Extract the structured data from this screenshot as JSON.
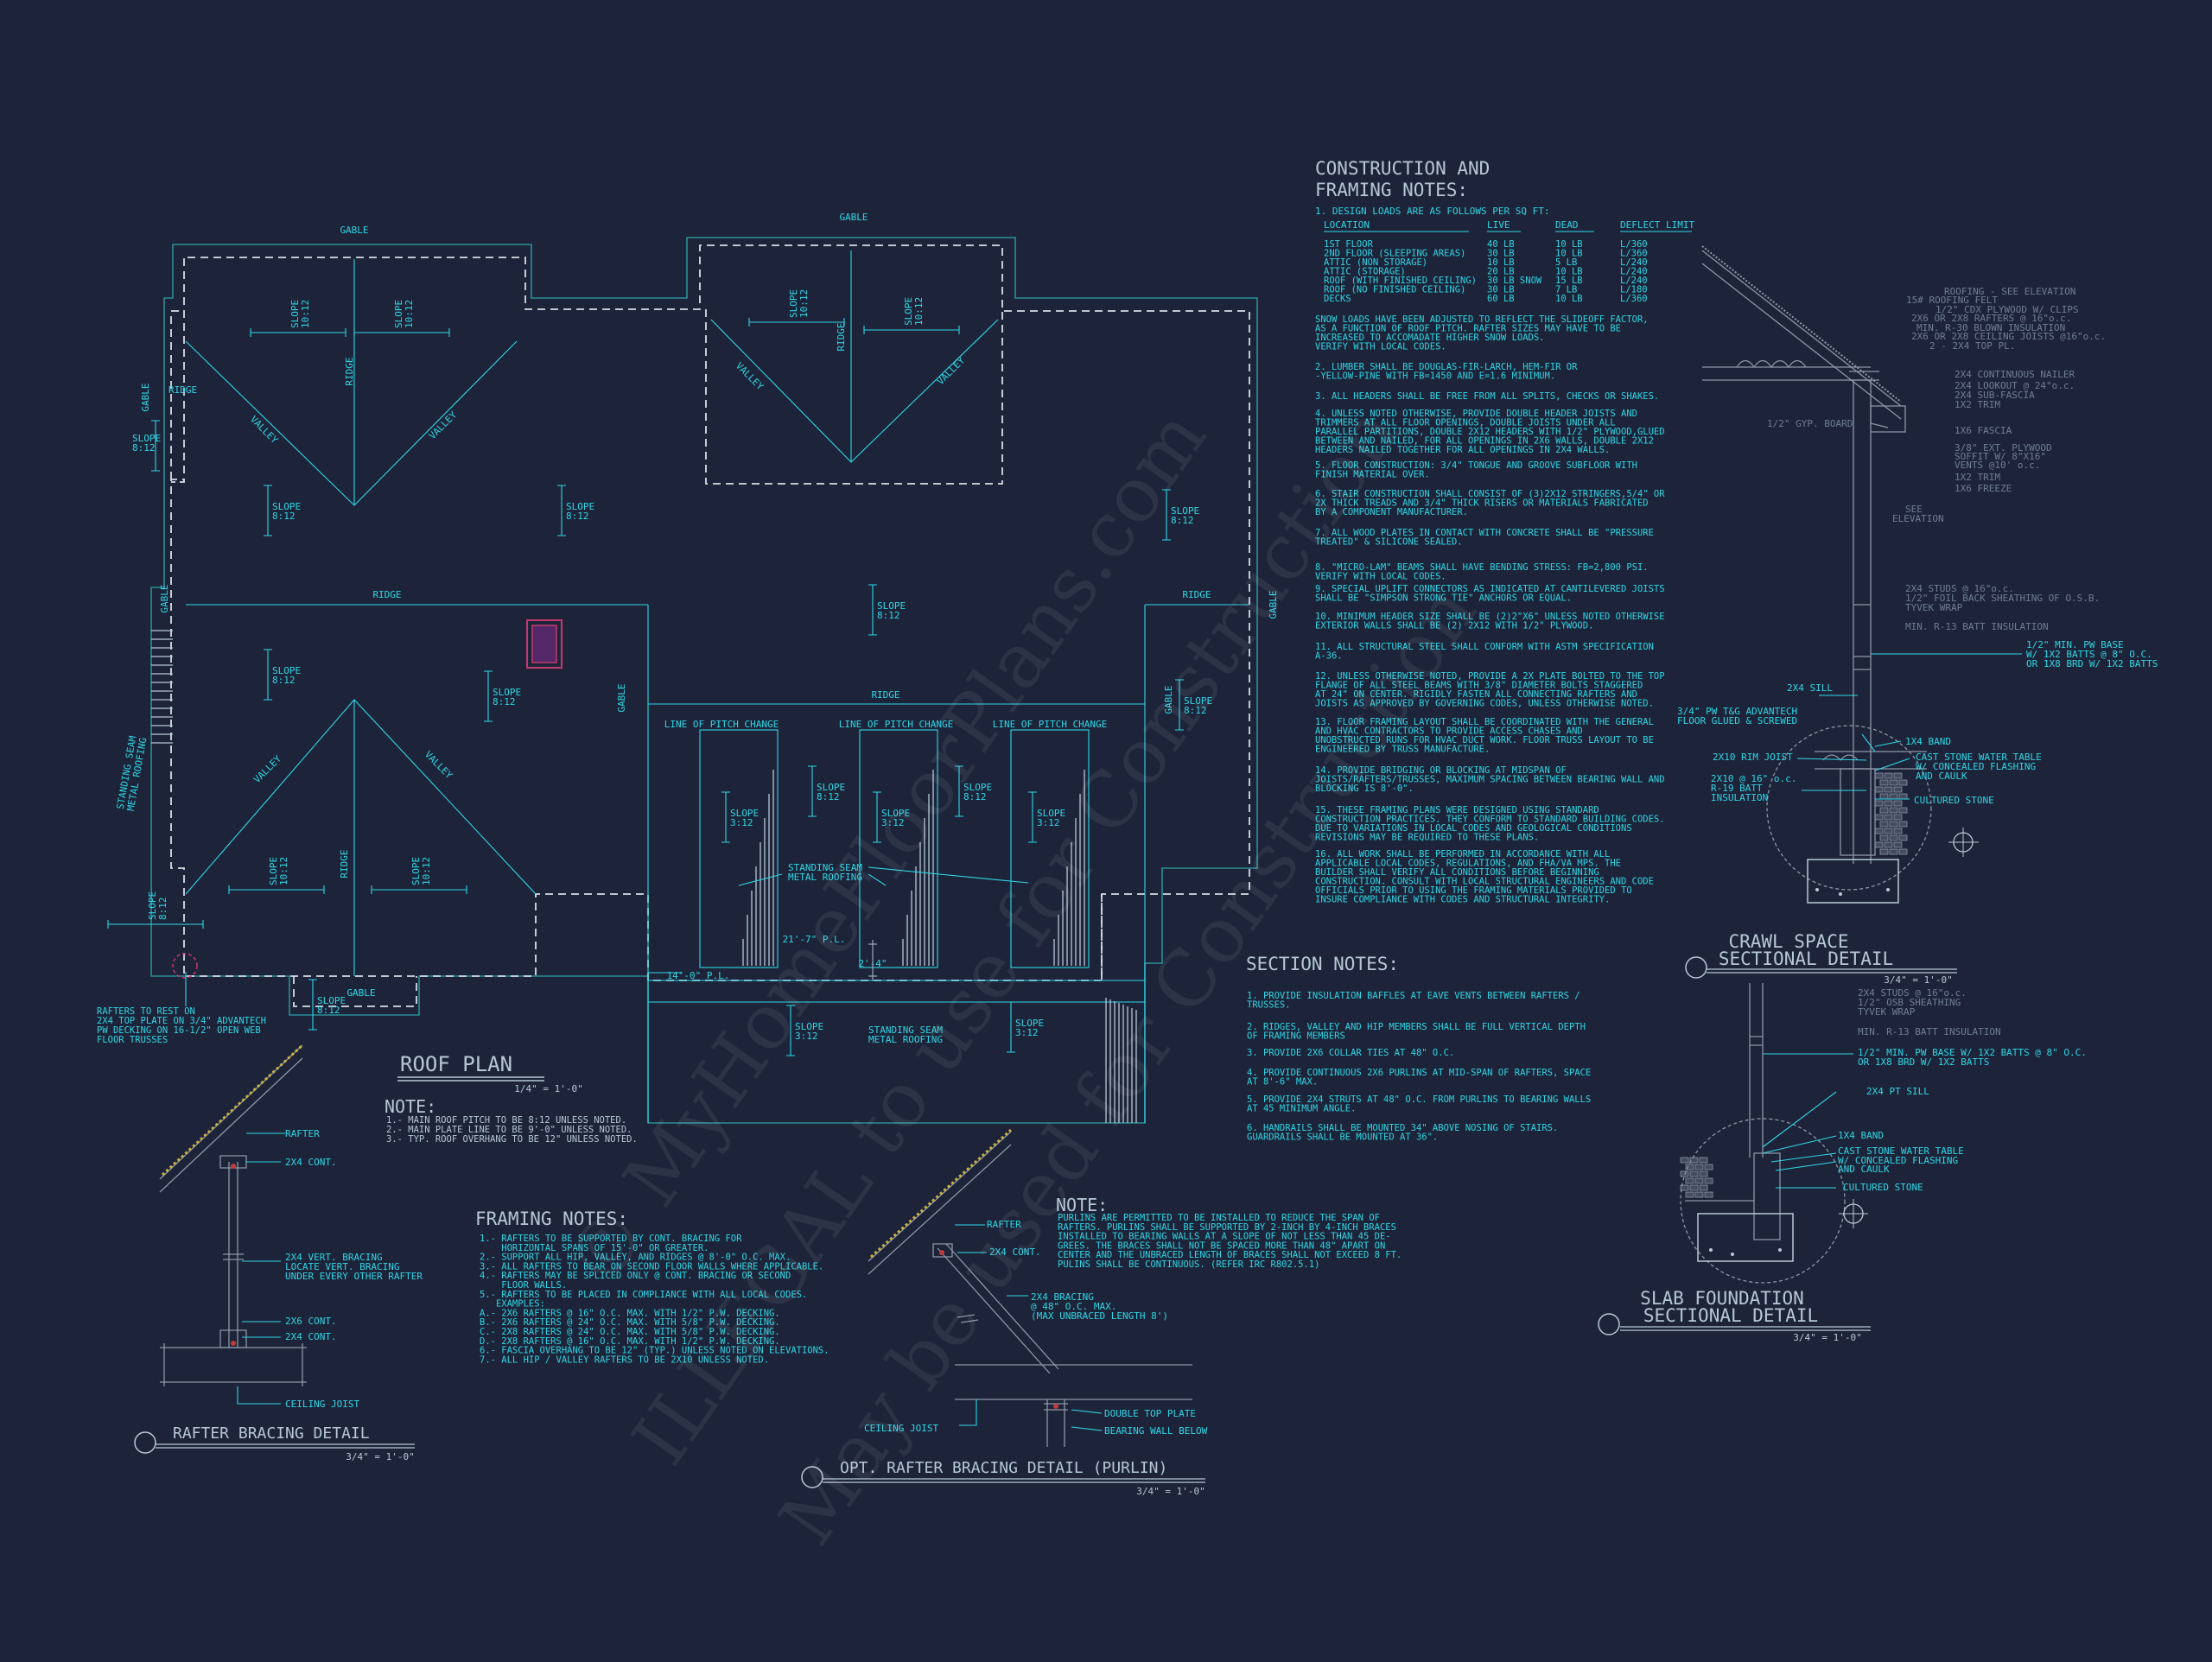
{
  "roof_plan": {
    "title": "ROOF PLAN",
    "scale": "1/4\" = 1'-0\"",
    "labels": {
      "gable": "GABLE",
      "ridge": "RIDGE",
      "valley": "VALLEY",
      "slope": "SLOPE",
      "pitch_812": "8:12",
      "pitch_1012": "10:12",
      "pitch_312": "3:12",
      "line_of_pitch_change": "LINE OF PITCH CHANGE",
      "standing_seam_1": "STANDING SEAM",
      "standing_seam_2": "METAL ROOFING",
      "pl_21": "21'-7\" P.L.",
      "pl_14": "14'-0\" P.L.",
      "pl_2": "2'-4\""
    },
    "rafter_note": [
      "RAFTERS TO REST ON",
      "2X4 TOP PLATE ON 3/4\" ADVANTECH",
      "PW DECKING ON 16-1/2\" OPEN WEB",
      "FLOOR TRUSSES"
    ],
    "note_title": "NOTE:",
    "notes": [
      "1.- MAIN ROOF PITCH TO BE 8:12 UNLESS NOTED.",
      "2.- MAIN PLATE LINE TO BE 9'-0\" UNLESS NOTED.",
      "3.- TYP. ROOF OVERHANG TO BE 12\" UNLESS NOTED."
    ]
  },
  "construction_notes": {
    "title_1": "CONSTRUCTION AND",
    "title_2": "FRAMING NOTES:",
    "intro": "1. DESIGN LOADS ARE AS FOLLOWS PER SQ FT:",
    "headers": [
      "LOCATION",
      "LIVE",
      "DEAD",
      "DEFLECT LIMIT"
    ],
    "rows": [
      [
        "1ST FLOOR",
        "40 LB",
        "10 LB",
        "L/360"
      ],
      [
        "2ND FLOOR (SLEEPING AREAS)",
        "30 LB",
        "10 LB",
        "L/360"
      ],
      [
        "ATTIC (NON STORAGE)",
        "10 LB",
        "5 LB",
        "L/240"
      ],
      [
        "ATTIC (STORAGE)",
        "20 LB",
        "10 LB",
        "L/240"
      ],
      [
        "ROOF (WITH FINISHED CEILING)",
        "30 LB SNOW",
        "15 LB",
        "L/240"
      ],
      [
        "ROOF (NO FINISHED CEILING)",
        "30 LB",
        "7 LB",
        "L/180"
      ],
      [
        "DECKS",
        "60 LB",
        "10 LB",
        "L/360"
      ]
    ],
    "paragraphs": [
      [
        "SNOW LOADS HAVE BEEN ADJUSTED TO REFLECT THE SLIDEOFF FACTOR,",
        "AS A FUNCTION OF ROOF PITCH. RAFTER SIZES MAY HAVE TO BE",
        "INCREASED TO ACCOMADATE HIGHER SNOW LOADS.",
        "VERIFY WITH LOCAL CODES."
      ],
      [
        "2. LUMBER SHALL BE DOUGLAS-FIR-LARCH, HEM-FIR OR",
        "-YELLOW-PINE WITH FB=1450 AND E=1.6 MINIMUM."
      ],
      [
        "3. ALL HEADERS SHALL BE FREE FROM ALL SPLITS, CHECKS OR SHAKES."
      ],
      [
        "4. UNLESS NOTED OTHERWISE, PROVIDE DOUBLE HEADER JOISTS AND",
        "TRIMMERS AT ALL FLOOR OPENINGS, DOUBLE JOISTS UNDER ALL",
        "PARALLEL PARTITIONS, DOUBLE 2X12 HEADERS WITH 1/2\" PLYWOOD,GLUED",
        "BETWEEN AND NAILED, FOR ALL OPENINGS IN 2X6 WALLS, DOUBLE 2X12",
        "HEADERS NAILED TOGETHER FOR ALL OPENINGS IN 2X4 WALLS."
      ],
      [
        "5. FLOOR CONSTRUCTION: 3/4\" TONGUE AND GROOVE SUBFLOOR WITH",
        "FINISH MATERIAL OVER."
      ],
      [
        "6. STAIR CONSTRUCTION SHALL CONSIST OF (3)2X12 STRINGERS,5/4\" OR",
        "2X THICK TREADS AND 3/4\" THICK RISERS OR MATERIALS FABRICATED",
        "BY A COMPONENT MANUFACTURER."
      ],
      [
        "7. ALL WOOD PLATES IN CONTACT WITH CONCRETE SHALL BE \"PRESSURE",
        "TREATED\" & SILICONE SEALED."
      ],
      [
        "8. \"MICRO-LAM\" BEAMS SHALL HAVE BENDING STRESS: FB=2,800 PSI.",
        "VERIFY WITH LOCAL CODES."
      ],
      [
        "9. SPECIAL UPLIFT CONNECTORS AS INDICATED AT CANTILEVERED JOISTS",
        "SHALL BE \"SIMPSON STRONG TIE\" ANCHORS OR EQUAL."
      ],
      [
        "10. MINIMUM HEADER SIZE SHALL BE (2)2\"X6\" UNLESS NOTED OTHERWISE",
        "EXTERIOR WALLS SHALL BE (2) 2X12 WITH 1/2\" PLYWOOD."
      ],
      [
        "11. ALL STRUCTURAL STEEL SHALL CONFORM WITH ASTM SPECIFICATION",
        "A-36."
      ],
      [
        "12. UNLESS OTHERWISE NOTED, PROVIDE A 2X PLATE BOLTED TO THE TOP",
        "FLANGE OF ALL STEEL BEAMS WITH 3/8\" DIAMETER BOLTS STAGGERED",
        "AT 24\" ON CENTER. RIGIDLY FASTEN ALL CONNECTING RAFTERS AND",
        "JOISTS AS APPROVED BY GOVERNING CODES, UNLESS OTHERWISE NOTED."
      ],
      [
        "13. FLOOR FRAMING LAYOUT SHALL BE COORDINATED WITH THE GENERAL",
        "AND HVAC CONTRACTORS TO PROVIDE ACCESS CHASES AND",
        "UNOBSTRUCTED RUNS FOR HVAC DUCT WORK. FLOOR TRUSS LAYOUT TO BE",
        "ENGINEERED BY TRUSS MANUFACTURE."
      ],
      [
        "14. PROVIDE BRIDGING OR BLOCKING AT MIDSPAN OF",
        "JOISTS/RAFTERS/TRUSSES, MAXIMUM SPACING BETWEEN BEARING WALL AND",
        "BLOCKING IS 8'-0\"."
      ],
      [
        "15. THESE FRAMING PLANS WERE DESIGNED USING STANDARD",
        "CONSTRUCTION PRACTICES. THEY CONFORM TO STANDARD BUILDING CODES.",
        "DUE TO VARIATIONS IN LOCAL CODES AND GEOLOGICAL CONDITIONS",
        "REVISIONS MAY BE REQUIRED TO THESE PLANS."
      ],
      [
        "16. ALL WORK SHALL BE PERFORMED IN ACCORDANCE WITH ALL",
        "APPLICABLE LOCAL CODES, REGULATIONS, AND FHA/VA MPS. THE",
        "BUILDER SHALL VERIFY ALL CONDITIONS BEFORE BEGINNING",
        "CONSTRUCTION. CONSULT WITH LOCAL STRUCTURAL ENGINEERS AND CODE",
        "OFFICIALS PRIOR TO USING THE FRAMING MATERIALS PROVIDED TO",
        "INSURE COMPLIANCE WITH CODES AND STRUCTURAL INTEGRITY."
      ]
    ]
  },
  "section_notes": {
    "title": "SECTION NOTES:",
    "items": [
      [
        "1. PROVIDE INSULATION BAFFLES AT EAVE VENTS BETWEEN RAFTERS /",
        "TRUSSES."
      ],
      [
        "2. RIDGES, VALLEY AND HIP MEMBERS SHALL BE FULL VERTICAL DEPTH",
        "OF FRAMING MEMBERS"
      ],
      [
        "3. PROVIDE 2X6 COLLAR TIES AT 48\" O.C."
      ],
      [
        "4. PROVIDE CONTINUOUS 2X6 PURLINS AT MID-SPAN OF RAFTERS, SPACE",
        "AT 8'-6\" MAX."
      ],
      [
        "5. PROVIDE 2X4 STRUTS AT 48\" O.C. FROM PURLINS TO BEARING WALLS",
        "AT 45 MINIMUM ANGLE."
      ],
      [
        "6. HANDRAILS SHALL BE MOUNTED 34\" ABOVE NOSING OF STAIRS.",
        "GUARDRAILS SHALL BE MOUNTED AT 36\"."
      ]
    ]
  },
  "framing_notes": {
    "title": "FRAMING NOTES:",
    "lines": [
      "1.- RAFTERS TO BE SUPPORTED BY CONT. BRACING FOR",
      "    HORIZONTAL SPANS OF 15'-0\" OR GREATER.",
      "2.- SUPPORT ALL HIP, VALLEY, AND RIDGES @ 8'-0\" O.C. MAX.",
      "3.- ALL RAFTERS TO BEAR ON SECOND FLOOR WALLS WHERE APPLICABLE.",
      "4.- RAFTERS MAY BE SPLICED ONLY @ CONT. BRACING OR SECOND",
      "    FLOOR WALLS.",
      "5.- RAFTERS TO BE PLACED IN COMPLIANCE WITH ALL LOCAL CODES.",
      "   EXAMPLES:",
      "A.- 2X6 RAFTERS @ 16\" O.C. MAX. WITH 1/2\" P.W. DECKING.",
      "B.- 2X6 RAFTERS @ 24\" O.C. MAX. WITH 5/8\" P.W. DECKING.",
      "C.- 2X8 RAFTERS @ 24\" O.C. MAX. WITH 5/8\" P.W. DECKING.",
      "D.- 2X8 RAFTERS @ 16\" O.C. MAX. WITH 1/2\" P.W. DECKING.",
      "6.- FASCIA OVERHANG TO BE 12\" (TYP.) UNLESS NOTED ON ELEVATIONS.",
      "7.- ALL HIP / VALLEY RAFTERS TO BE 2X10 UNLESS NOTED."
    ]
  },
  "purlin_note": {
    "title": "NOTE:",
    "lines": [
      "PURLINS ARE PERMITTED TO BE INSTALLED TO REDUCE THE SPAN OF",
      "RAFTERS. PURLINS SHALL BE SUPPORTED BY 2-INCH BY 4-INCH BRACES",
      "INSTALLED TO BEARING WALLS AT A SLOPE OF NOT LESS THAN 45 DE-",
      "GREES. THE BRACES SHALL NOT BE SPACED MORE THAN 48\" APART ON",
      "CENTER AND THE UNBRACED LENGTH OF BRACES SHALL NOT EXCEED 8 FT.",
      "PULINS SHALL BE CONTINUOUS. (REFER IRC R802.5.1)"
    ]
  },
  "rafter_bracing": {
    "title": "RAFTER BRACING DETAIL",
    "scale": "3/4\" = 1'-0\"",
    "labels": [
      "RAFTER",
      "2X4 CONT.",
      "2X4 VERT. BRACING",
      "LOCATE VERT. BRACING",
      "UNDER EVERY OTHER RAFTER",
      "2X6 CONT.",
      "2X4 CONT.",
      "CEILING JOIST"
    ]
  },
  "purlin_detail": {
    "title": "OPT. RAFTER BRACING DETAIL (PURLIN)",
    "scale": "3/4\" = 1'-0\"",
    "labels": [
      "RAFTER",
      "2X4 CONT.",
      "2X4 BRACING",
      "@ 48\" O.C. MAX.",
      "(MAX UNBRACED LENGTH 8')",
      "CEILING JOIST",
      "DOUBLE TOP PLATE",
      "BEARING WALL BELOW"
    ]
  },
  "crawl_space": {
    "title_1": "CRAWL SPACE",
    "title_2": "SECTIONAL  DETAIL",
    "scale": "3/4\" = 1'-0\"",
    "grey_labels": [
      "ROOFING - SEE ELEVATION",
      "15# ROOFING FELT",
      "1/2\" CDX PLYWOOD W/ CLIPS",
      "2X6 OR 2X8 RAFTERS @ 16\"o.c.",
      "MIN. R-30 BLOWN INSULATION",
      "2X6 OR 2X8 CEILING JOISTS @16\"o.c.",
      "2 - 2X4 TOP PL.",
      "2X4 CONTINUOUS NAILER",
      "2X4 LOOKOUT @ 24\"o.c.",
      "2X4 SUB-FASCIA",
      "1X2 TRIM",
      "1X6 FASCIA",
      "3/8\" EXT. PLYWOOD",
      "SOFFIT W/ 8\"X16\"",
      "VENTS @10' o.c.",
      "1X2 TRIM",
      "1X6 FREEZE",
      "1/2\" GYP. BOARD",
      "SEE",
      "ELEVATION",
      "2X4 STUDS @ 16\"o.c.",
      "1/2\" FOIL BACK SHEATHING OF O.S.B.",
      "TYVEK WRAP",
      "MIN. R-13 BATT INSULATION"
    ],
    "cyan_labels": [
      "1/2\" MIN. PW BASE",
      "W/ 1X2 BATTS @ 8\" O.C.",
      "OR 1X8 BRD W/ 1X2 BATTS",
      "2X4 SILL",
      "3/4\" PW T&G ADVANTECH",
      "FLOOR GLUED & SCREWED",
      "1X4 BAND",
      "2X10 RIM JOIST",
      "CAST STONE WATER TABLE",
      "W/ CONCEALED FLASHING",
      "AND CAULK",
      "2X10 @ 16\" o.c.",
      "R-19 BATT",
      "INSULATION",
      "CULTURED STONE"
    ]
  },
  "slab": {
    "title_1": "SLAB FOUNDATION",
    "title_2": "SECTIONAL  DETAIL",
    "scale": "3/4\" = 1'-0\"",
    "grey_labels": [
      "2X4 STUDS @ 16\"o.c.",
      "1/2\" OSB SHEATHING",
      "TYVEK WRAP",
      "MIN. R-13 BATT INSULATION"
    ],
    "cyan_labels": [
      "1/2\" MIN. PW BASE W/ 1X2 BATTS @ 8\" O.C.",
      "OR 1X8 BRD W/ 1X2 BATTS",
      "2X4 PT SILL",
      "1X4 BAND",
      "CAST STONE WATER TABLE",
      "W/ CONCEALED FLASHING",
      "AND CAULK",
      "CULTURED STONE"
    ]
  },
  "watermark": {
    "line_1": "© MyHomeFloorPlans.com",
    "line_2": "ILLEGAL to use for Construction",
    "line_3": "May be used for Construction"
  }
}
